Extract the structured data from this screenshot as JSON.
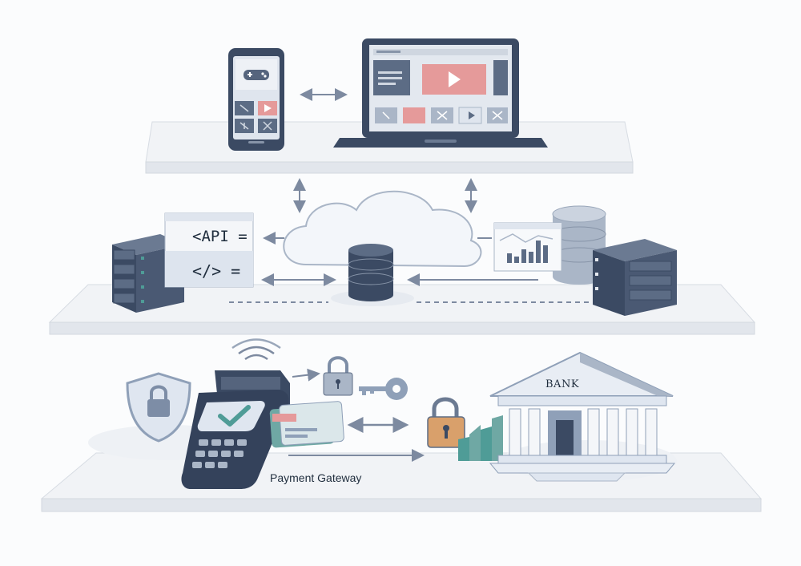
{
  "diagram": {
    "middleware": {
      "api_label": "<API =",
      "code_label": "</> ="
    },
    "payments": {
      "bank_label": "BANK",
      "gateway_label": "Payment Gateway"
    },
    "colors": {
      "navy": "#3b4a63",
      "slate": "#5c6c85",
      "light_slate": "#aab6c7",
      "accent_red": "#e59a9a",
      "accent_teal": "#4f9c97",
      "lock_orange": "#d9a06b",
      "platform": "#eef1f5"
    },
    "icons": [
      "smartphone-icon",
      "gamepad-icon",
      "laptop-icon",
      "play-icon",
      "cloud-icon",
      "database-icon",
      "server-rack-icon",
      "api-window-icon",
      "analytics-chart-icon",
      "shield-lock-icon",
      "wifi-icon",
      "payment-terminal-icon",
      "checkmark-icon",
      "credit-card-icon",
      "padlock-icon",
      "key-icon",
      "bank-building-icon",
      "bidirectional-arrow-icon"
    ]
  }
}
